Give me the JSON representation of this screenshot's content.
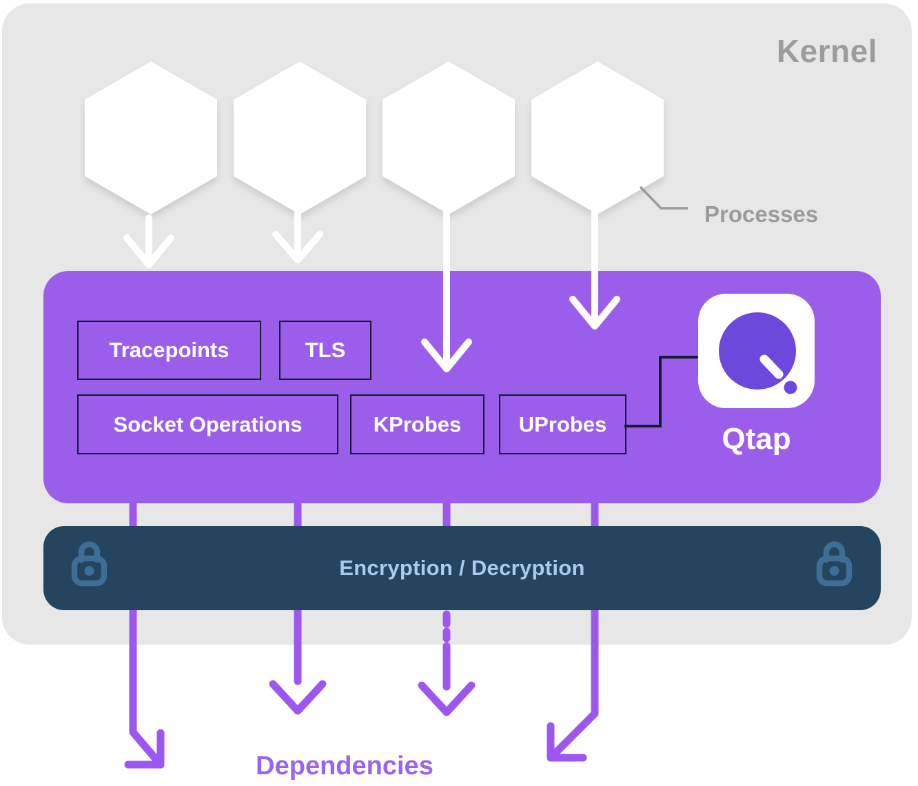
{
  "kernel": {
    "label": "Kernel",
    "panel_color": "#E8E7E8",
    "label_color": "#9C9C9C"
  },
  "processes": {
    "label": "Processes",
    "hexagon_count": 4,
    "hexagon_color": "#FFFFFF",
    "callout_color": "#9B9B9B"
  },
  "probe_layer": {
    "background_color": "#9B5EEA",
    "box_border_color": "#141E2B",
    "box_text_color": "#FFFFFF",
    "boxes": [
      {
        "label": "Tracepoints"
      },
      {
        "label": "TLS"
      },
      {
        "label": "Socket Operations"
      },
      {
        "label": "KProbes"
      },
      {
        "label": "UProbes"
      }
    ]
  },
  "qtap": {
    "label": "Qtap",
    "logo_background": "#FFFFFF",
    "logo_purple": "#6D48DC"
  },
  "encryption_bar": {
    "label": "Encryption / Decryption",
    "background_color": "#25455F",
    "text_color": "#A8CCEE",
    "lock_color": "#3E6D96"
  },
  "dependencies": {
    "label": "Dependencies",
    "text_color": "#9C63EC"
  },
  "arrows": {
    "process_arrow_color": "#FFFFFF",
    "dependency_arrow_color": "#9D57F0"
  }
}
